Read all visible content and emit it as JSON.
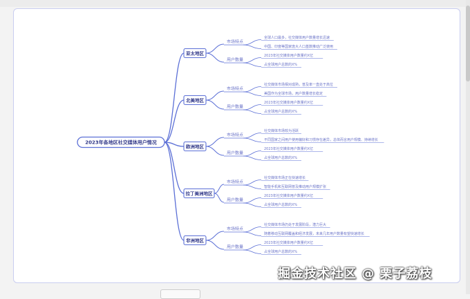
{
  "colors": {
    "frame_border": "#c9cdf0",
    "line": "#5b6fd6",
    "node_border": "#5b6fd6",
    "text": "#6b74c8"
  },
  "root": {
    "label": "2023年各地区社交媒体用户情况"
  },
  "branches": [
    {
      "label": "亚太地区",
      "groups": [
        {
          "label": "市场特点",
          "leaves": [
            "全球人口最多，社交媒体用户数量增长迅速",
            "中国、印度等国家庞大人口基数推动广泛使用"
          ]
        },
        {
          "label": "用户数量",
          "leaves": [
            "2023年社交媒体用户数量约X亿",
            "占全球用户总数的X%"
          ]
        }
      ]
    },
    {
      "label": "北美地区",
      "groups": [
        {
          "label": "市场特点",
          "leaves": [
            "社交媒体市场相对成熟，普及率一直处于高位",
            "美国作为全球市场，用户数量增长稳定"
          ]
        },
        {
          "label": "用户数量",
          "leaves": [
            "2023年社交媒体用户数量约X亿",
            "占全球用户总数的X%"
          ]
        }
      ]
    },
    {
      "label": "欧洲地区",
      "groups": [
        {
          "label": "市场特点",
          "leaves": [
            "社交媒体市场较为活跃",
            "不同国家之间用户使用偏好和习惯存在差异，总体而言用户规模、持续增长"
          ]
        },
        {
          "label": "用户数量",
          "leaves": [
            "2023年社交媒体用户数量约X亿",
            "占全球用户总数的X%"
          ]
        }
      ]
    },
    {
      "label": "拉丁美洲地区",
      "groups": [
        {
          "label": "市场特点",
          "leaves": [
            "社交媒体市场正在快速增长",
            "智能手机和互联网普及推动用户规模扩张"
          ]
        },
        {
          "label": "用户数量",
          "leaves": [
            "2023年社交媒体用户数量约X亿",
            "占全球用户总数的X%"
          ]
        }
      ]
    },
    {
      "label": "非洲地区",
      "groups": [
        {
          "label": "市场特点",
          "leaves": [
            "社交媒体市场仍处于发展阶段，潜力巨大",
            "随着移动互联网覆盖和经济发展，未来几年用户数量有望快速增长"
          ]
        },
        {
          "label": "用户数量",
          "leaves": [
            "2023年社交媒体用户数量约X亿",
            "占全球用户总数的X%"
          ]
        }
      ]
    }
  ],
  "watermark": "掘金技术社区 @ 栗子荔枝"
}
